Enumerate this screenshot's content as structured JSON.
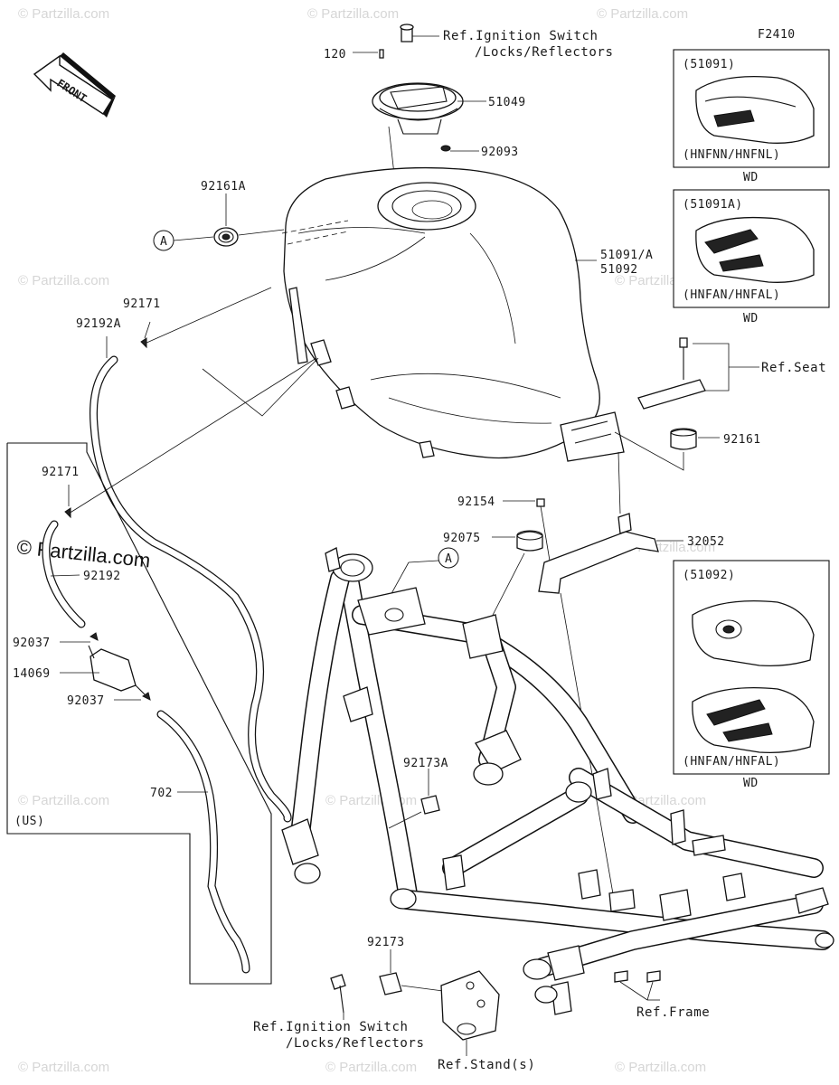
{
  "figure_code": "F2410",
  "front_arrow": "FRONT",
  "watermark_small": "© Partzilla.com",
  "watermark_large": "© Partzilla.com",
  "callout_letter": "A",
  "labels": {
    "ref_ignition_top_1": "Ref.Ignition Switch",
    "ref_ignition_top_2": "/Locks/Reflectors",
    "p120": "120",
    "p51049": "51049",
    "p92093": "92093",
    "p92161A": "92161A",
    "p51091A": "51091/A",
    "p51092": "51092",
    "p92171_top": "92171",
    "p92192A": "92192A",
    "ref_seat": "Ref.Seat",
    "p92161": "92161",
    "p92171_left": "92171",
    "p92192": "92192",
    "p92154": "92154",
    "p92075": "92075",
    "p32052": "32052",
    "p92037_top": "92037",
    "p14069": "14069",
    "p92037_bottom": "92037",
    "p92173A": "92173A",
    "p702": "702",
    "us": "(US)",
    "p92173": "92173",
    "ref_ignition_bottom_1": "Ref.Ignition Switch",
    "ref_ignition_bottom_2": "/Locks/Reflectors",
    "ref_stands": "Ref.Stand(s)",
    "ref_frame": "Ref.Frame"
  },
  "variant_boxes": [
    {
      "part": "(51091)",
      "model": "(HNFNN/HNFNL)",
      "suffix": "WD"
    },
    {
      "part": "(51091A)",
      "model": "(HNFAN/HNFAL)",
      "suffix": "WD"
    },
    {
      "part": "(51092)",
      "model": "(HNFAN/HNFAL)",
      "suffix": "WD"
    }
  ]
}
